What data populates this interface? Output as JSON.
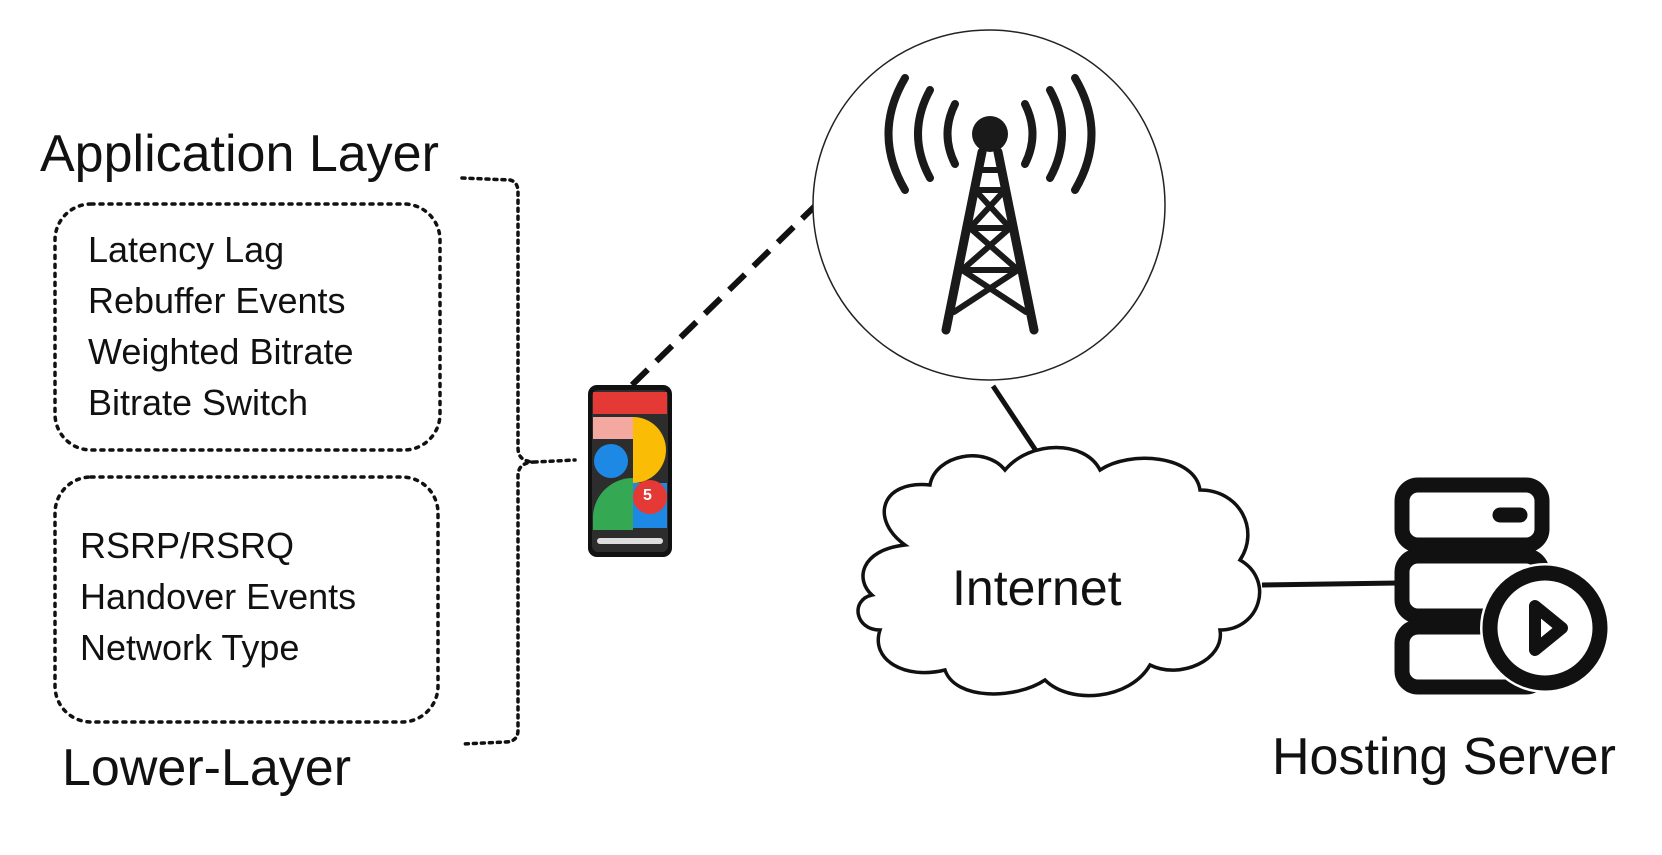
{
  "layers": {
    "application": {
      "title": "Application Layer",
      "metrics": [
        "Latency Lag",
        "Rebuffer Events",
        "Weighted Bitrate",
        "Bitrate Switch"
      ]
    },
    "lower": {
      "title": "Lower-Layer",
      "metrics": [
        "RSRP/RSRQ",
        "Handover Events",
        "Network Type"
      ]
    }
  },
  "nodes": {
    "internet_label": "Internet",
    "server_label": "Hosting Server",
    "phone_badge": "5"
  },
  "icons": [
    "cell-tower-icon",
    "smartphone-icon",
    "cloud-icon",
    "server-icon",
    "play-icon"
  ],
  "colors": {
    "phone_red": "#e53935",
    "phone_yellow": "#fbbc05",
    "phone_blue": "#1e88e5",
    "phone_green": "#34a853",
    "phone_pink": "#f4a9a0"
  }
}
